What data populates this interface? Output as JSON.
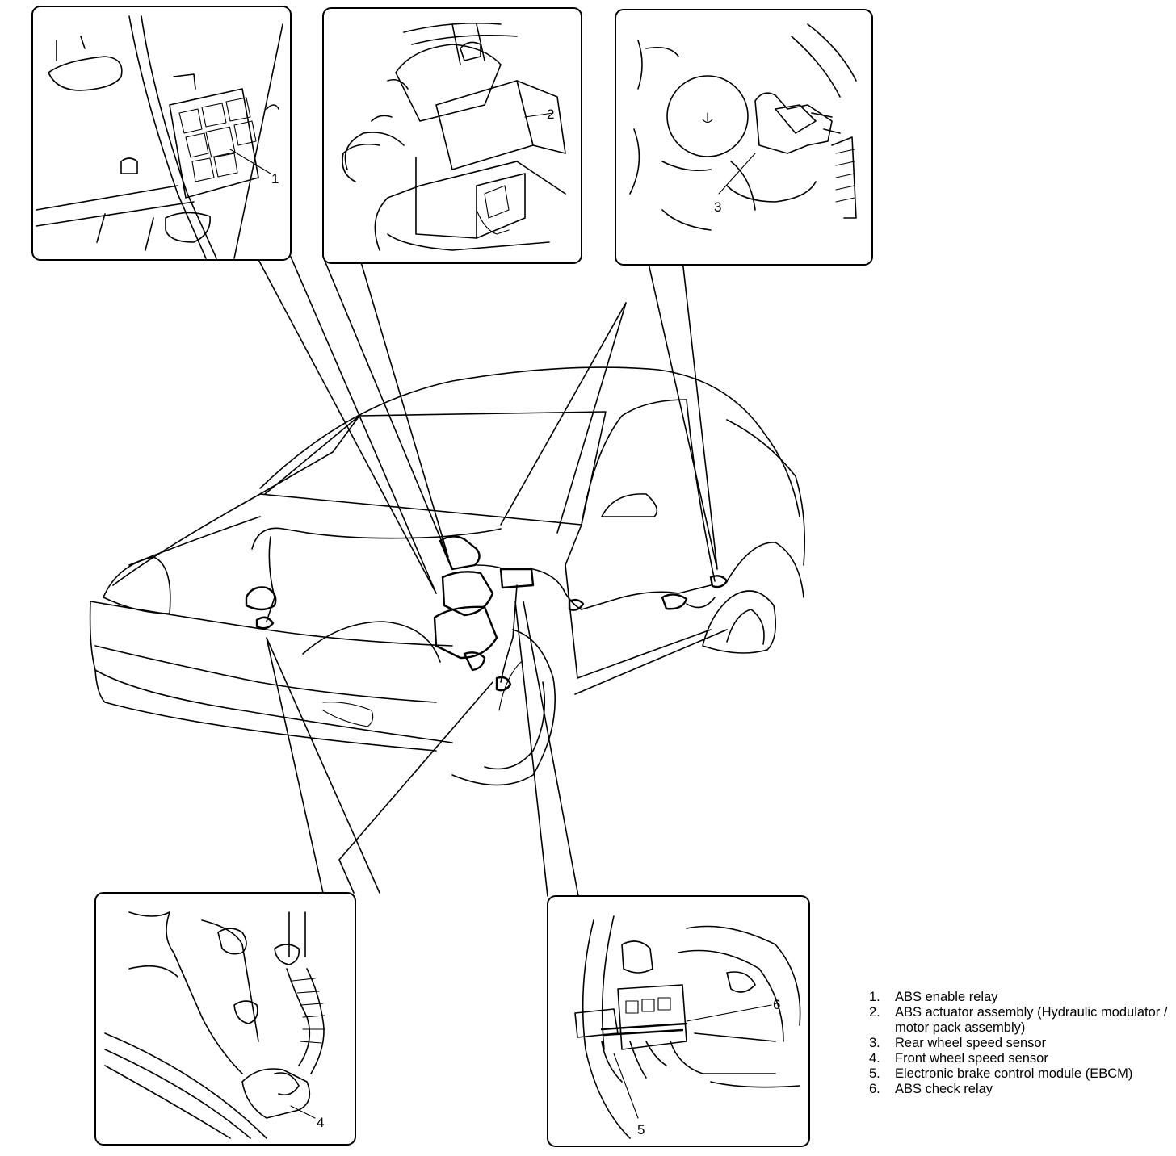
{
  "callouts": [
    "1",
    "2",
    "3",
    "4",
    "5",
    "6"
  ],
  "legend": [
    {
      "num": "1.",
      "text": "ABS enable relay"
    },
    {
      "num": "2.",
      "text": "ABS actuator assembly (Hydraulic modulator / motor pack assembly)"
    },
    {
      "num": "3.",
      "text": "Rear wheel speed sensor"
    },
    {
      "num": "4.",
      "text": "Front wheel speed sensor"
    },
    {
      "num": "5.",
      "text": "Electronic brake control module (EBCM)"
    },
    {
      "num": "6.",
      "text": "ABS check relay"
    }
  ]
}
